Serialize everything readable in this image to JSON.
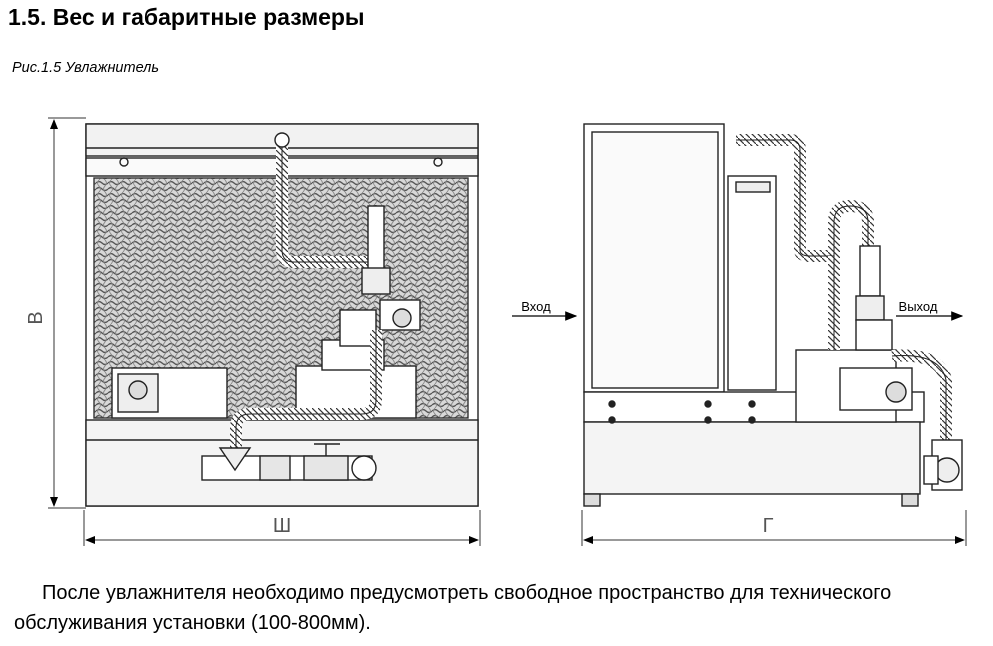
{
  "document": {
    "heading": "1.5. Вес и габаритные размеры",
    "figure_caption": "Рис.1.5 Увлажнитель",
    "figure_labels": {
      "height": "В",
      "width": "Ш",
      "depth": "Г",
      "inlet": "Вход",
      "outlet": "Выход"
    },
    "paragraph": "После увлажнителя необходимо предусмотреть свободное пространство для технического обслуживания установки (100-800мм)."
  }
}
